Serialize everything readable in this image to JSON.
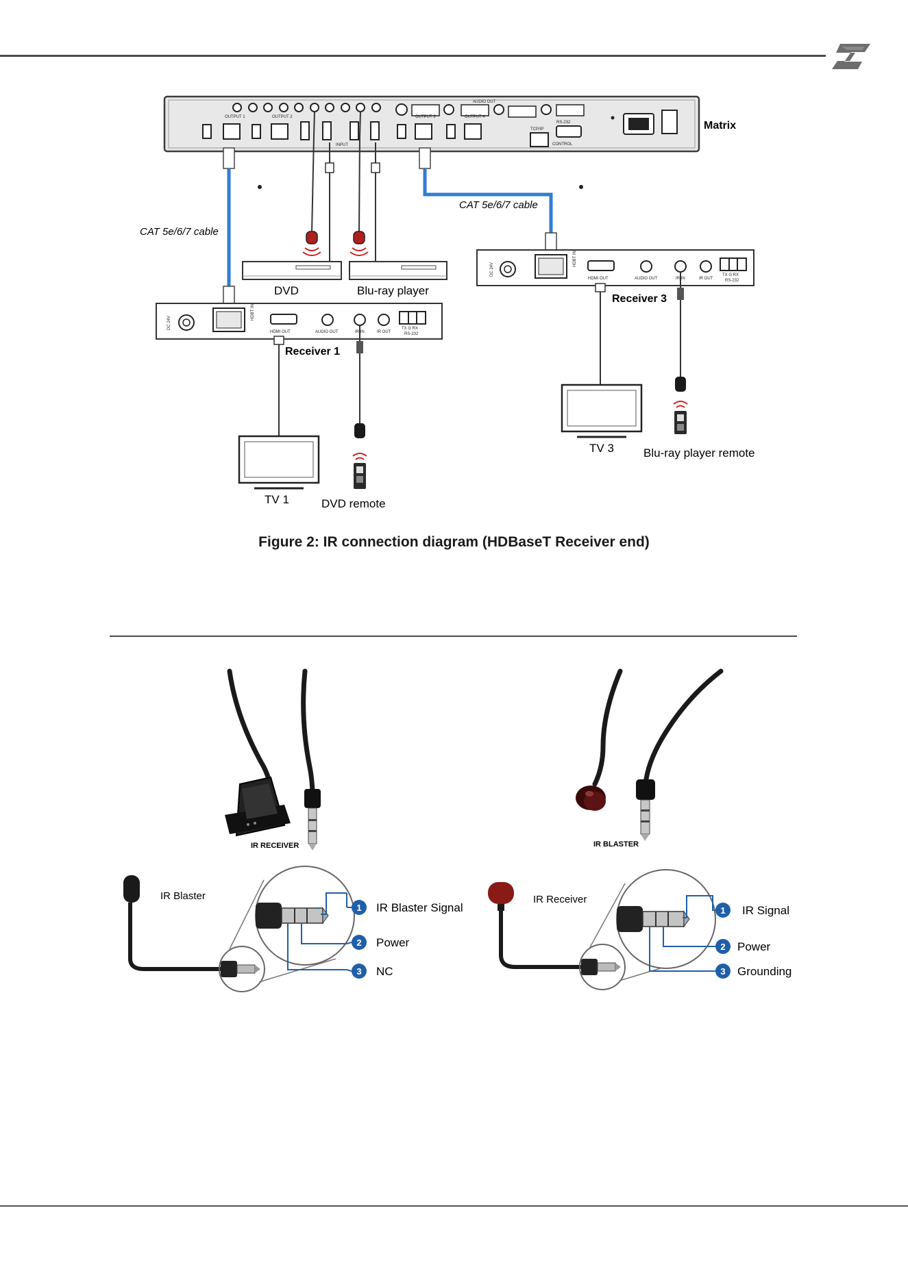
{
  "page": {
    "logo_icon": "brand-z-logo"
  },
  "figure2": {
    "caption": "Figure 2: IR connection diagram (HDBaseT Receiver end)",
    "matrix_label": "Matrix",
    "matrix_port_labels": [
      "OUTPUT 1",
      "OUTPUT 2",
      "INPUT",
      "OUTPUT 3",
      "OUTPUT 4",
      "AUDIO OUT",
      "TCP/IP",
      "RS-232",
      "CONTROL"
    ],
    "cable_left": "CAT 5e/6/7 cable",
    "cable_right": "CAT 5e/6/7 cable",
    "dvd": "DVD",
    "bluray": "Blu-ray player",
    "receiver1": "Receiver 1",
    "receiver3": "Receiver 3",
    "tv1": "TV 1",
    "tv3": "TV 3",
    "dvd_remote": "DVD remote",
    "bluray_remote": "Blu-ray player remote",
    "receiver_ports": {
      "dc": "DC 24V",
      "hdbt": "HDBT IN",
      "hdmi_out": "HDMI OUT",
      "audio_out": "AUDIO OUT",
      "ir_in": "IR IN",
      "ir_out": "IR OUT",
      "rs232_pins": "TX  G  RX",
      "rs232": "RS-232"
    }
  },
  "ir_parts": {
    "ir_receiver_photo": "IR  RECEIVER",
    "ir_blaster_photo": "IR  BLASTER",
    "left_diagram": {
      "title": "IR Blaster",
      "pins": [
        {
          "num": "1",
          "label": "IR Blaster Signal"
        },
        {
          "num": "2",
          "label": "Power"
        },
        {
          "num": "3",
          "label": "NC"
        }
      ]
    },
    "right_diagram": {
      "title": "IR Receiver",
      "pins": [
        {
          "num": "1",
          "label": "IR Signal"
        },
        {
          "num": "2",
          "label": "Power"
        },
        {
          "num": "3",
          "label": "Grounding"
        }
      ]
    },
    "accent_color": "#1f5fa8",
    "cable_color": "#2e7fd0"
  }
}
